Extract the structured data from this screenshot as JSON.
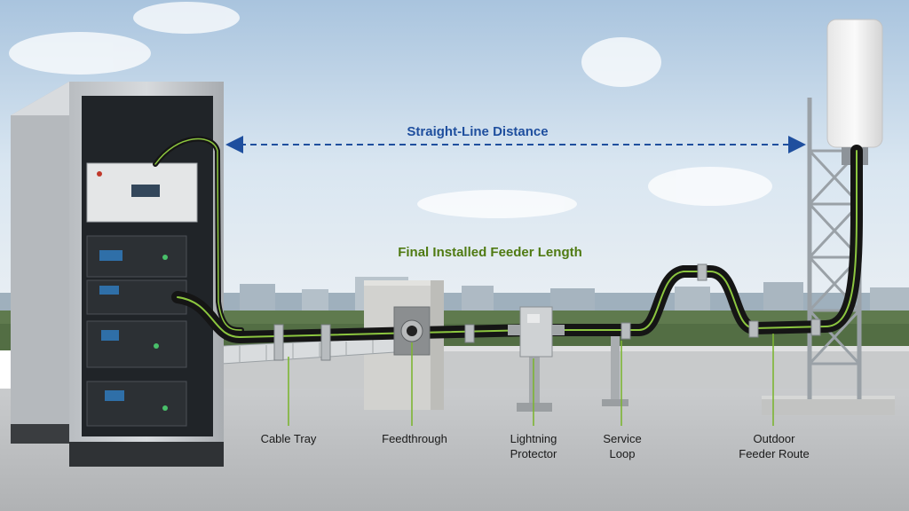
{
  "colors": {
    "straight_line": "#1f4f9e",
    "feeder_label": "#4f7a12",
    "feeder_cable": "#8cc63f",
    "sky": "#cfe0ee"
  },
  "labels": {
    "straight_line_distance": "Straight-Line Distance",
    "final_feeder_length": "Final Installed Feeder Length",
    "cable_tray": "Cable Tray",
    "feedthrough": "Feedthrough",
    "lightning_protector_1": "Lightning",
    "lightning_protector_2": "Protector",
    "service_loop_1": "Service",
    "service_loop_2": "Loop",
    "outdoor_route_1": "Outdoor",
    "outdoor_route_2": "Feeder Route"
  },
  "icons": [
    "equipment-cabinet",
    "antenna-mast",
    "cable-tray",
    "feedthrough-block",
    "lightning-protector",
    "service-loop"
  ]
}
